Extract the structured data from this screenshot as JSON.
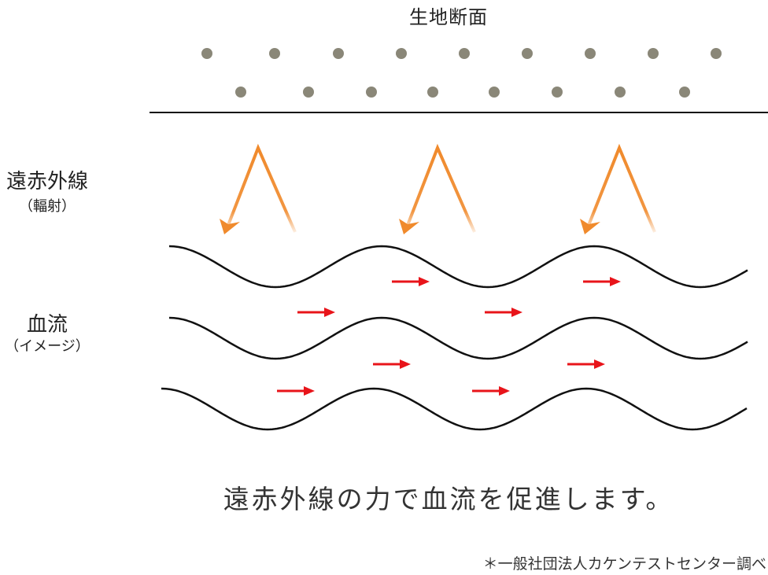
{
  "fabric": {
    "title": "生地断面"
  },
  "infrared": {
    "label": "遠赤外線",
    "sublabel": "（輻射）"
  },
  "blood_flow": {
    "label": "血流",
    "sublabel": "（イメージ）"
  },
  "caption": "遠赤外線の力で血流を促進します。",
  "source_note": "＊一般社団法人カケンテストセンター調べ",
  "colors": {
    "fiber_dot": "#8a8778",
    "ray": "#f08a2c",
    "flow_arrow": "#e8141a",
    "wave": "#111111"
  }
}
